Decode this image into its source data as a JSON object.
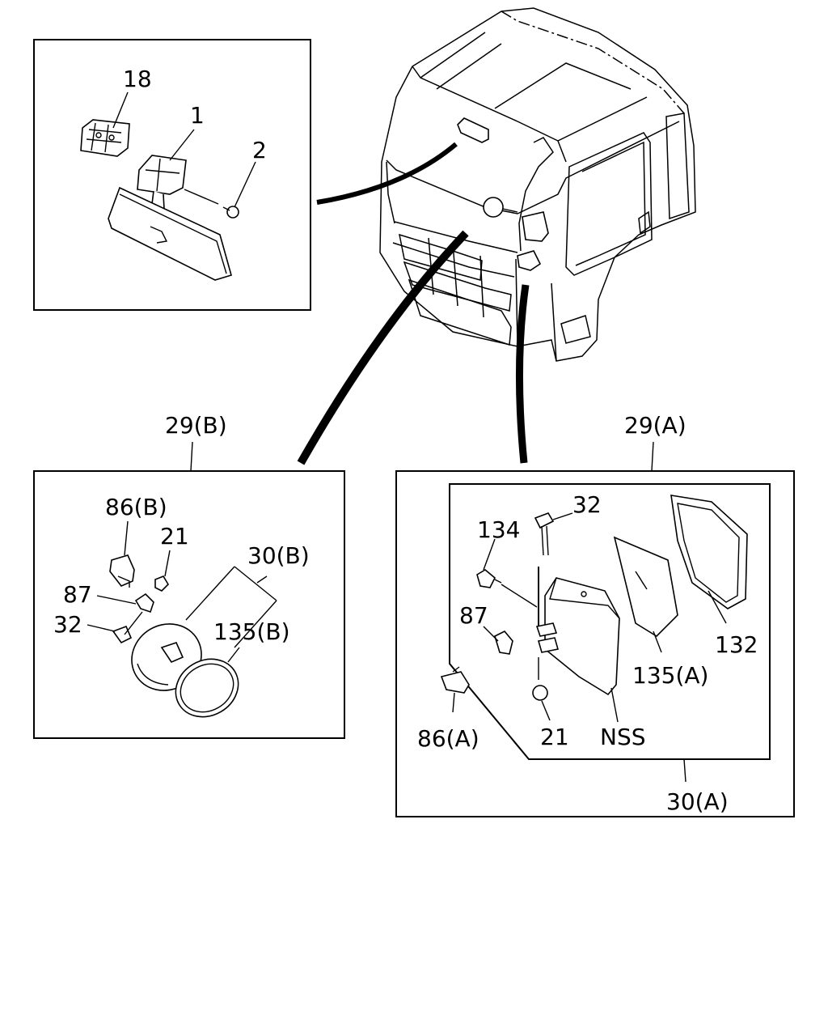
{
  "labels": {
    "inset_tl": {
      "l18": "18",
      "l1": "1",
      "l2": "2"
    },
    "group_b": {
      "title": "29(B)",
      "l86b": "86(B)",
      "l21": "21",
      "l30b": "30(B)",
      "l87": "87",
      "l32": "32",
      "l135b": "135(B)"
    },
    "group_a": {
      "title": "29(A)",
      "l32": "32",
      "l134": "134",
      "l87": "87",
      "l132": "132",
      "l135a": "135(A)",
      "l86a": "86(A)",
      "l21": "21",
      "lnss": "NSS",
      "l30a": "30(A)"
    }
  }
}
